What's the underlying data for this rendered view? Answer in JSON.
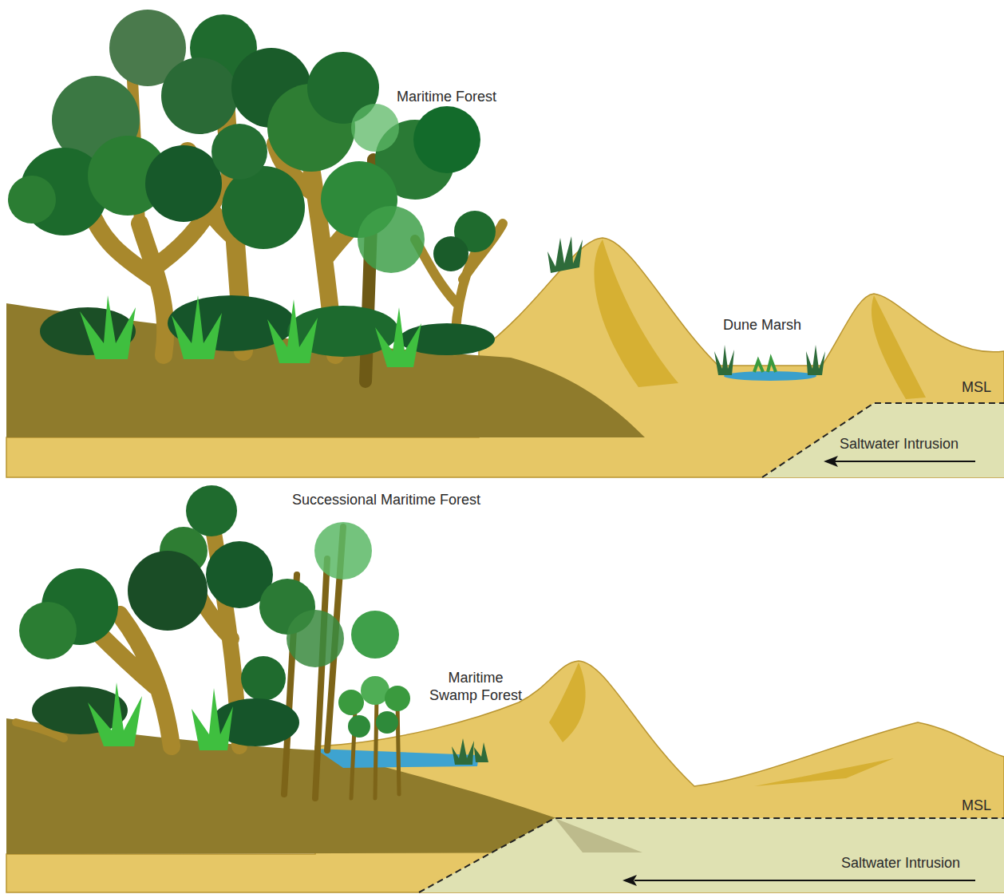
{
  "diagram": {
    "labels": [
      "Maritime Forest",
      "Dune Marsh",
      "MSL",
      "Saltwater Intrusion",
      "Successional Maritime Forest",
      "Maritime Swamp Forest",
      "MSL",
      "Saltwater Intrusion"
    ]
  }
}
